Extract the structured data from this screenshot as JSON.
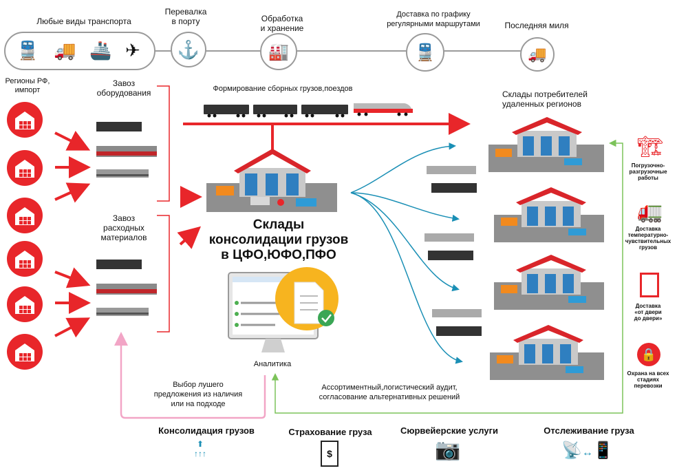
{
  "top": {
    "transport_label": "Любые виды транспорта",
    "port_label": "Перевалка\nв порту",
    "storage_label": "Обработка\nи хранение",
    "schedule_label": "Доставка по графику\nрегулярными маршрутами",
    "lastmile_label": "Последняя миля"
  },
  "left": {
    "regions_label": "Регионы РФ,\nимпорт",
    "equipment_label": "Завоз\nоборудования",
    "materials_label": "Завоз\nрасходных\nматериалов"
  },
  "center": {
    "forming_label": "Формирование сборных грузов,поездов",
    "title": "Склады\nконсолидации грузов\nв ЦФО,ЮФО,ПФО",
    "analytics_label": "Аналитика",
    "best_offer_label": "Выбор лушего\nпредложения из наличия\nили на подходе",
    "audit_label": "Ассортиментный,логистический аудит,\nсогласование альтернативных решений"
  },
  "right": {
    "consumers_label": "Склады потребителей\nудаленных регионов",
    "services": [
      {
        "label": "Погрузочно-\nразгрузочные\nработы",
        "icon": "forklift-icon"
      },
      {
        "label": "Доставка\nтемпературно-\nчувствительных\nгрузов",
        "icon": "thermo-truck-icon"
      },
      {
        "label": "Доставка\n«от двери\nдо двери»",
        "icon": "door-icon"
      },
      {
        "label": "Охрана на всех\nстадиях\nперевозки",
        "icon": "lock-icon"
      }
    ]
  },
  "bottom": {
    "services": [
      {
        "label": "Консолидация грузов",
        "icon": "consolidation-icon"
      },
      {
        "label": "Страхование груза",
        "icon": "insurance-icon"
      },
      {
        "label": "Сюрвейерские услуги",
        "icon": "camera-icon"
      },
      {
        "label": "Отслеживание груза",
        "icon": "tracking-icon"
      }
    ]
  },
  "colors": {
    "red": "#e8262a",
    "teal": "#1a8fb5",
    "green": "#7cc35a",
    "pink": "#f2a5c6",
    "gray": "#9a9a9a"
  }
}
